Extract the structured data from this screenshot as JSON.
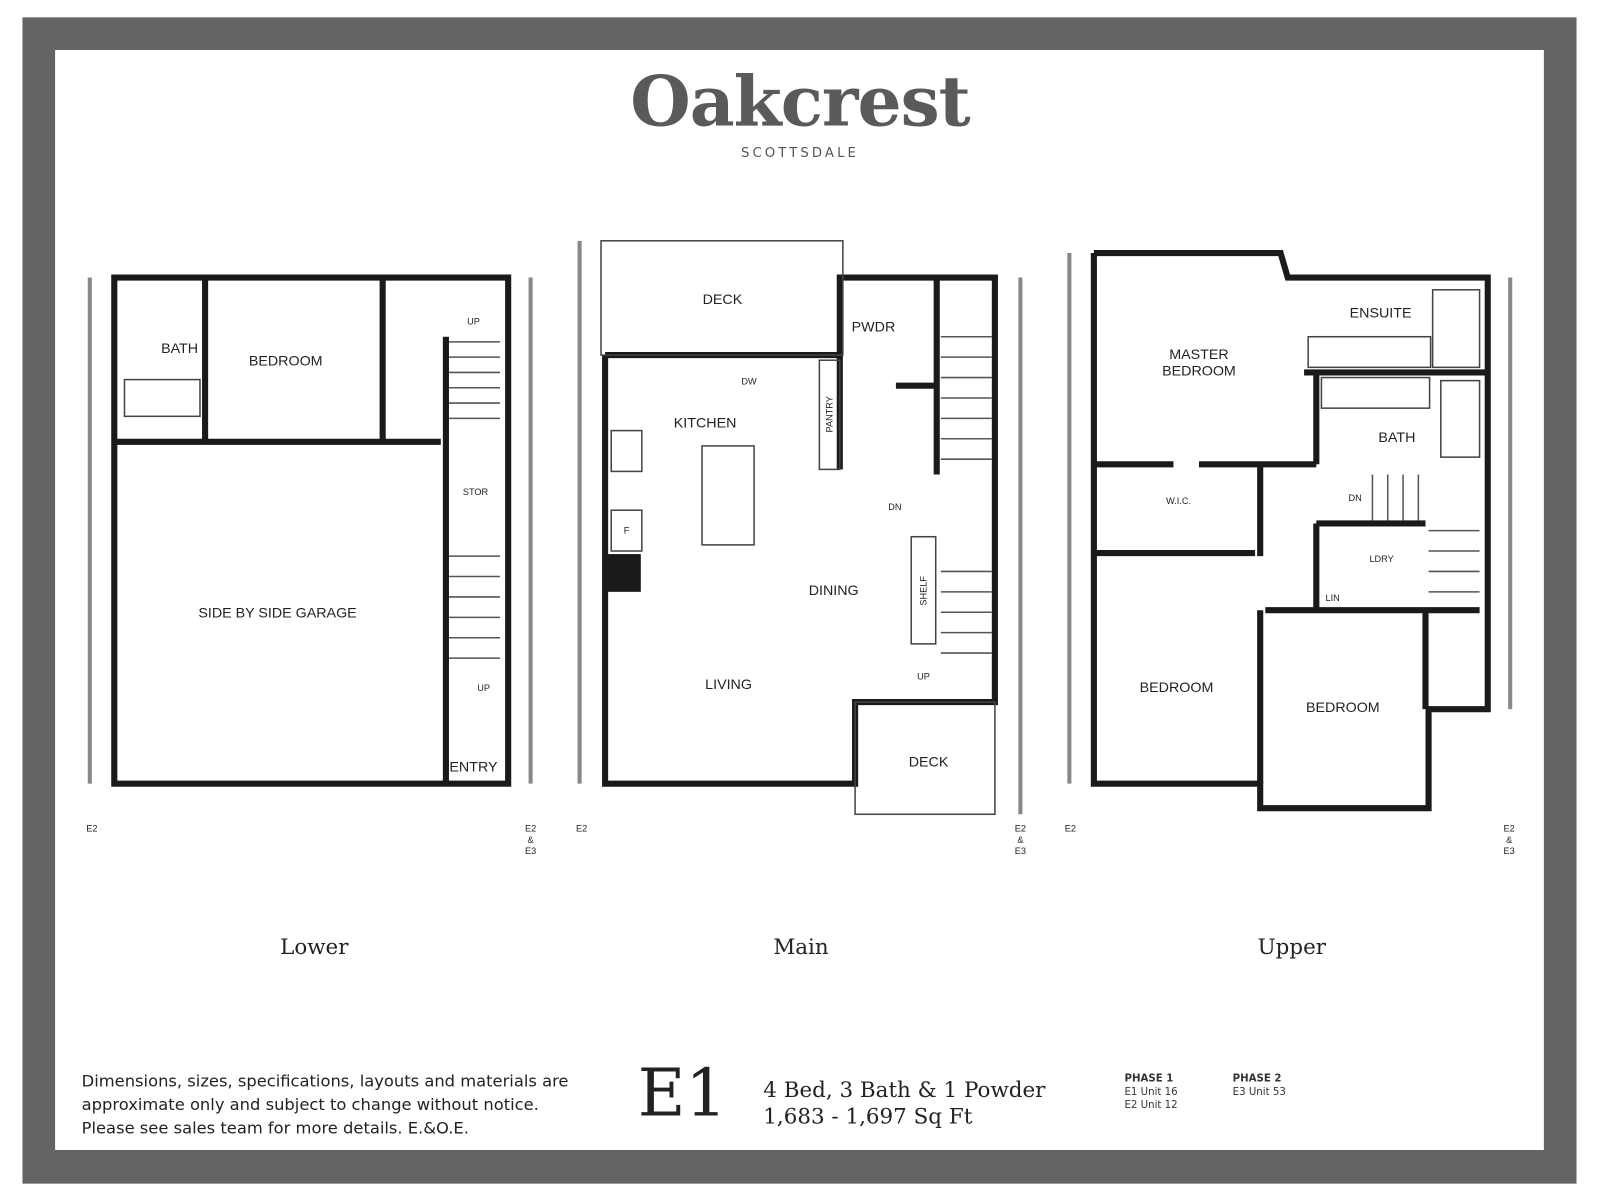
{
  "brand": {
    "name": "Oakcrest",
    "location": "SCOTTSDALE"
  },
  "levels": {
    "lower": "Lower",
    "main": "Main",
    "upper": "Upper"
  },
  "lower": {
    "bath": "BATH",
    "bedroom": "BEDROOM",
    "garage": "SIDE BY SIDE GARAGE",
    "stor": "STOR",
    "entry": "ENTRY",
    "up1": "UP",
    "up2": "UP"
  },
  "main": {
    "deck_top": "DECK",
    "pwdr": "PWDR",
    "kitchen": "KITCHEN",
    "dw": "DW",
    "pantry": "PANTRY",
    "f": "F",
    "dining": "DINING",
    "shelf": "SHELF",
    "living": "LIVING",
    "deck_bottom": "DECK",
    "dn": "DN",
    "up": "UP"
  },
  "upper": {
    "master": "MASTER",
    "master2": "BEDROOM",
    "ensuite": "ENSUITE",
    "bath": "BATH",
    "wic": "W.I.C.",
    "ldry": "LDRY",
    "lin": "LIN",
    "dn": "DN",
    "bedroom1": "BEDROOM",
    "bedroom2": "BEDROOM"
  },
  "markers": {
    "e2": "E2",
    "amp": "&",
    "e3": "E3"
  },
  "disclaimer": "Dimensions, sizes, specifications, layouts and materials are approximate only and subject to change without notice. Please see sales team for more details. E.&O.E.",
  "unit": {
    "name": "E1",
    "beds": "4 Bed, 3 Bath & 1 Powder",
    "sqft": "1,683 - 1,697 Sq Ft"
  },
  "phases": [
    {
      "title": "PHASE 1",
      "rows": [
        "E1  Unit 16",
        "E2  Unit 12"
      ]
    },
    {
      "title": "PHASE 2",
      "rows": [
        "E3  Unit 53"
      ]
    }
  ]
}
